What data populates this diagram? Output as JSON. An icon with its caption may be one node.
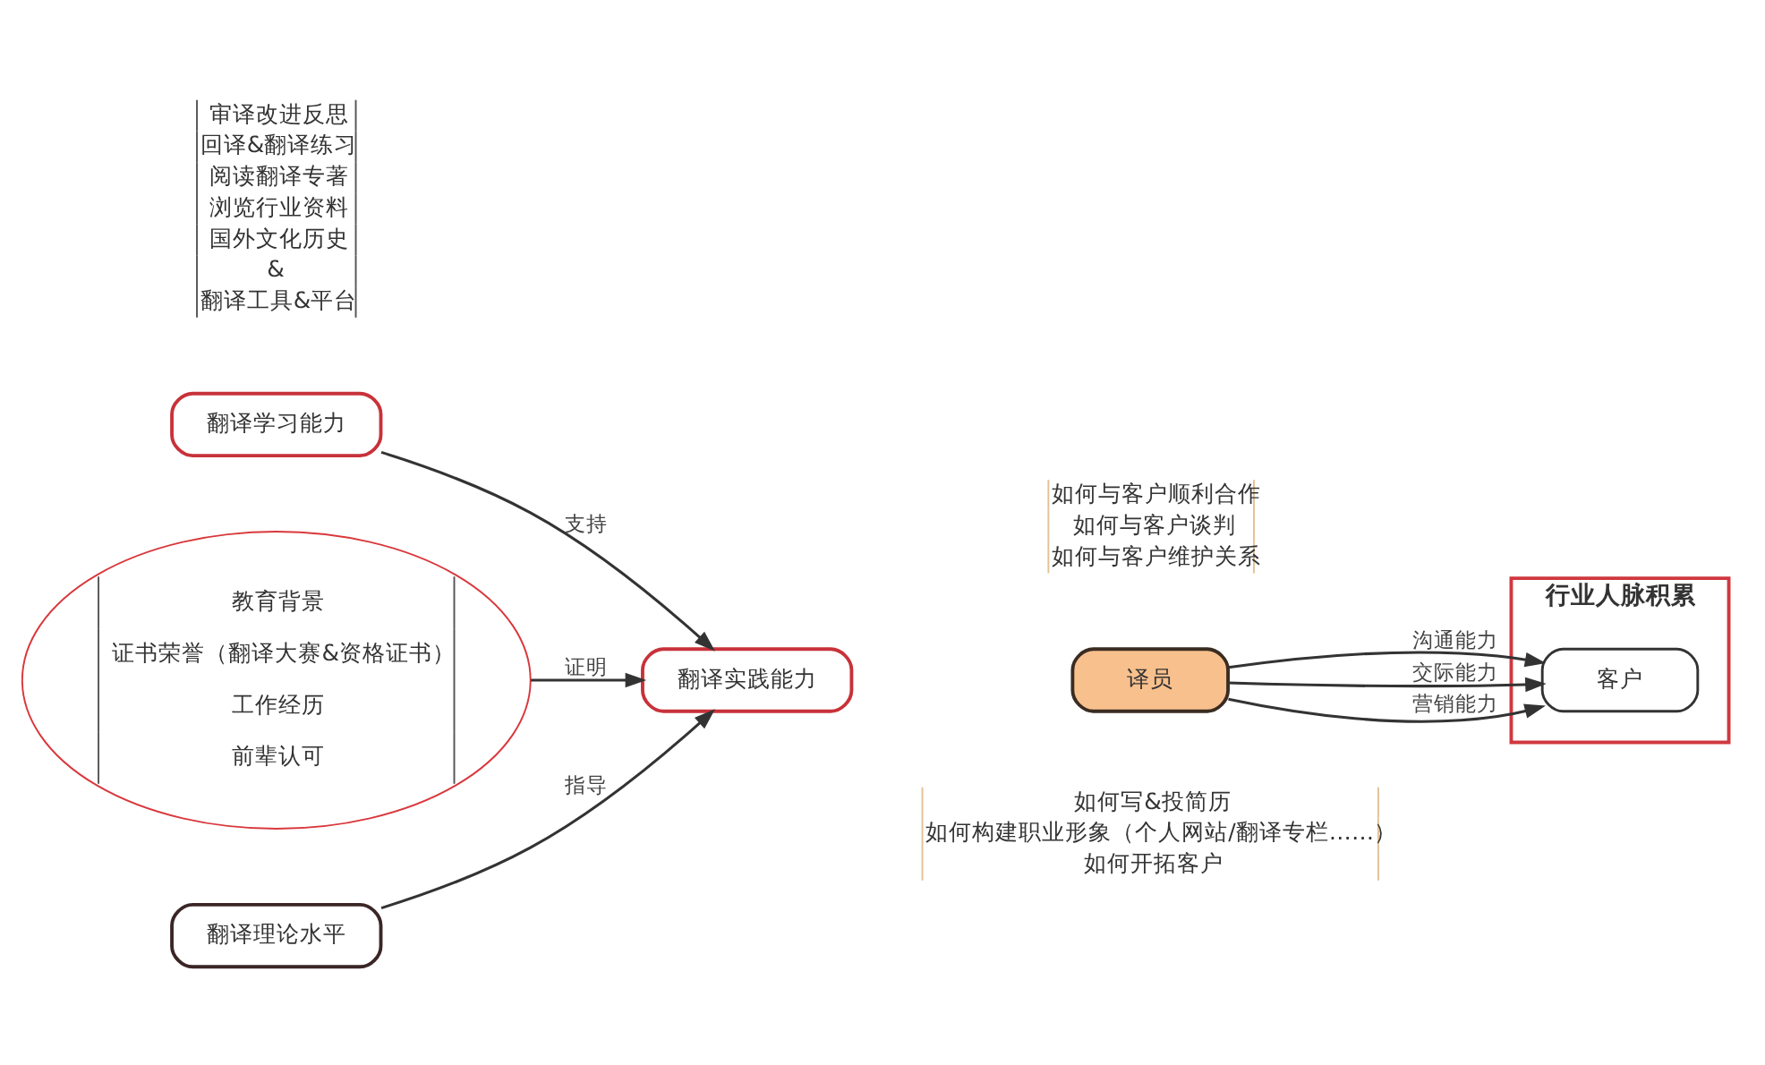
{
  "diagram": {
    "nodes": [
      {
        "text": [
          "翻译学习能力"
        ],
        "beside": [
          "审译改进反思",
          "回译&翻译练习",
          "阅读翻译专著",
          "浏览行业资料",
          "国外文化历史",
          "&",
          "翻译工具&平台"
        ]
      },
      {
        "text": [
          "教育背景",
          "证书荣誉（翻译大赛&资格证书）",
          "工作经历",
          "前辈认可"
        ]
      },
      {
        "text": [
          "翻译实践能力"
        ]
      },
      {
        "text": [
          "翻译理论水平"
        ]
      },
      {
        "text": [
          "译员"
        ]
      },
      {
        "text": [
          "行业人脉积累"
        ]
      },
      {
        "text": [
          "客户"
        ],
        "in": 5
      }
    ],
    "edges": [
      {
        "from": 0,
        "to": 2,
        "arrow": "to",
        "label": "支持"
      },
      {
        "from": 1,
        "to": 2,
        "arrow": "to",
        "label": "证明"
      },
      {
        "from": 3,
        "to": 2,
        "arrow": "to",
        "label": "指导"
      },
      {
        "from": 4,
        "to": 6,
        "arrow": "to",
        "label": "沟通能力"
      },
      {
        "from": 4,
        "to": 6,
        "arrow": "to",
        "label": "交际能力"
      },
      {
        "from": 4,
        "to": 6,
        "arrow": "to",
        "label": "营销能力"
      }
    ],
    "labels": [
      "如何与客户顺利合作",
      "如何与客户谈判",
      "如何与客户维护关系",
      "如何写&投简历",
      "如何构建职业形象（个人网站/翻译专栏……）",
      "如何开拓客户"
    ]
  }
}
